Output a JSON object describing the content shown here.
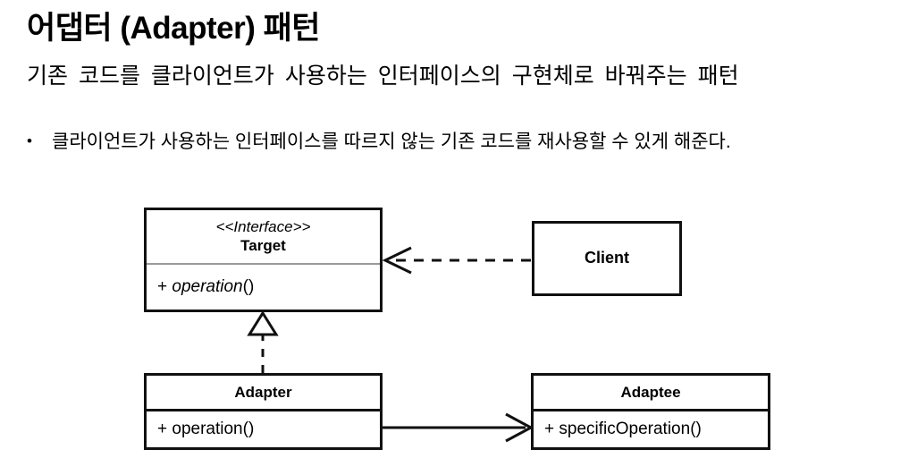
{
  "slide": {
    "title": "어댑터 (Adapter) 패턴",
    "subtitle": "기존  코드를  클라이언트가  사용하는  인터페이스의  구현체로  바꿔주는  패턴",
    "background_color": "#ffffff",
    "text_color": "#000000"
  },
  "bullets": [
    {
      "marker": "•",
      "text": "클라이언트가 사용하는 인터페이스를 따르지 않는 기존 코드를 재사용할 수 있게 해준다."
    }
  ],
  "diagram": {
    "type": "uml-class-diagram",
    "line_color": "#111111",
    "divider_color": "#9a9a9a",
    "classes": [
      {
        "id": "target",
        "stereotype": "<<Interface>>",
        "name": "Target",
        "members": [
          {
            "visibility": "+",
            "name": "operation",
            "parens": "()",
            "italic": true
          }
        ]
      },
      {
        "id": "client",
        "stereotype": "",
        "name": "Client",
        "members": []
      },
      {
        "id": "adapter",
        "stereotype": "",
        "name": "Adapter",
        "members": [
          {
            "visibility": "+",
            "name": "operation",
            "parens": "()",
            "italic": false
          }
        ]
      },
      {
        "id": "adaptee",
        "stereotype": "",
        "name": "Adaptee",
        "members": [
          {
            "visibility": "+",
            "name": "specificOperation",
            "parens": "()",
            "italic": false
          }
        ]
      }
    ],
    "connectors": [
      {
        "id": "client-uses-target",
        "from": "client",
        "to": "target",
        "style": "dashed",
        "arrowhead": "open-v",
        "label": ""
      },
      {
        "id": "adapter-implements-target",
        "from": "adapter",
        "to": "target",
        "style": "dashed",
        "arrowhead": "hollow-triangle",
        "label": ""
      },
      {
        "id": "adapter-uses-adaptee",
        "from": "adapter",
        "to": "adaptee",
        "style": "solid",
        "arrowhead": "open-v",
        "label": ""
      }
    ]
  }
}
